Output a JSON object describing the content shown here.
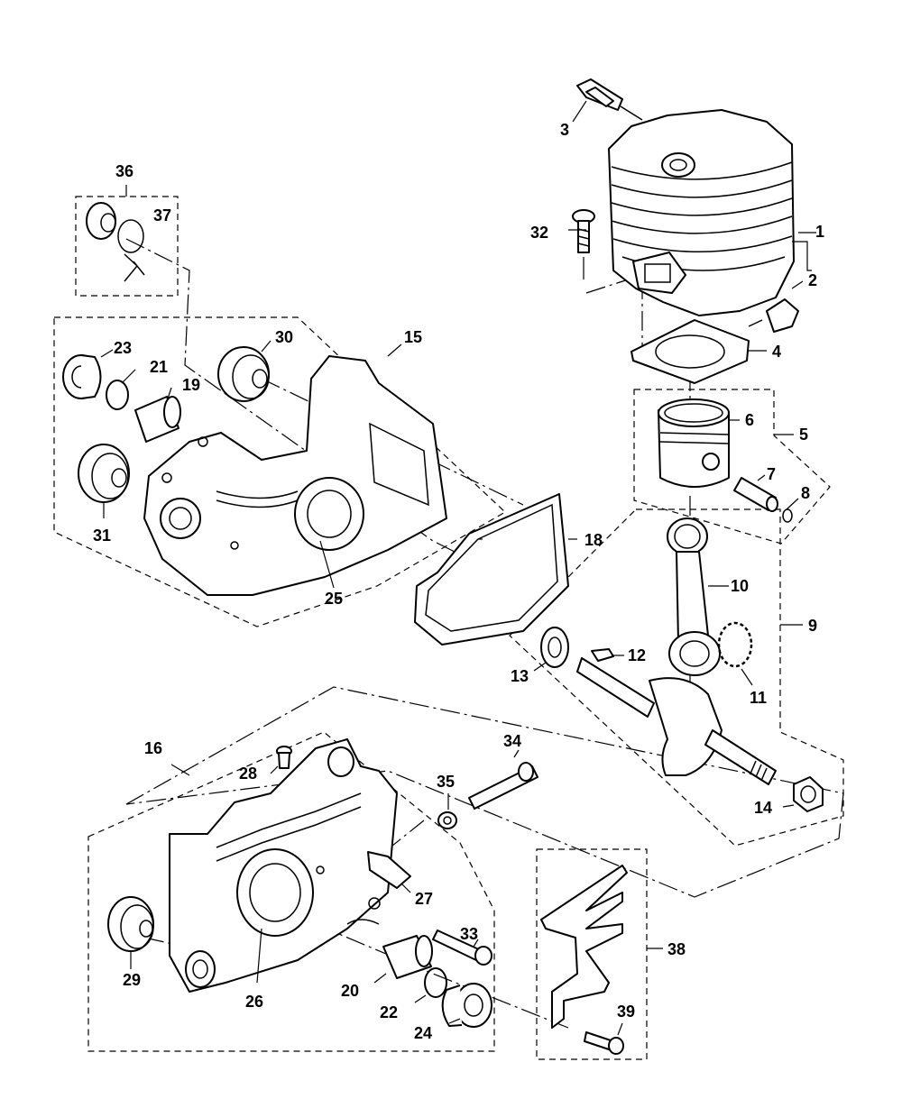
{
  "callouts": {
    "c1": "1",
    "c2": "2",
    "c3": "3",
    "c4": "4",
    "c5": "5",
    "c6": "6",
    "c7": "7",
    "c8": "8",
    "c9": "9",
    "c10": "10",
    "c11": "11",
    "c12": "12",
    "c13": "13",
    "c14": "14",
    "c15": "15",
    "c16": "16",
    "c18": "18",
    "c19": "19",
    "c20": "20",
    "c21": "21",
    "c22": "22",
    "c23": "23",
    "c24": "24",
    "c25": "25",
    "c26": "26",
    "c27": "27",
    "c28": "28",
    "c29": "29",
    "c30": "30",
    "c31": "31",
    "c32": "32",
    "c33": "33",
    "c34": "34",
    "c35": "35",
    "c36": "36",
    "c37": "37",
    "c38": "38",
    "c39": "39"
  },
  "colors": {
    "line": "#000000",
    "background": "#ffffff"
  }
}
